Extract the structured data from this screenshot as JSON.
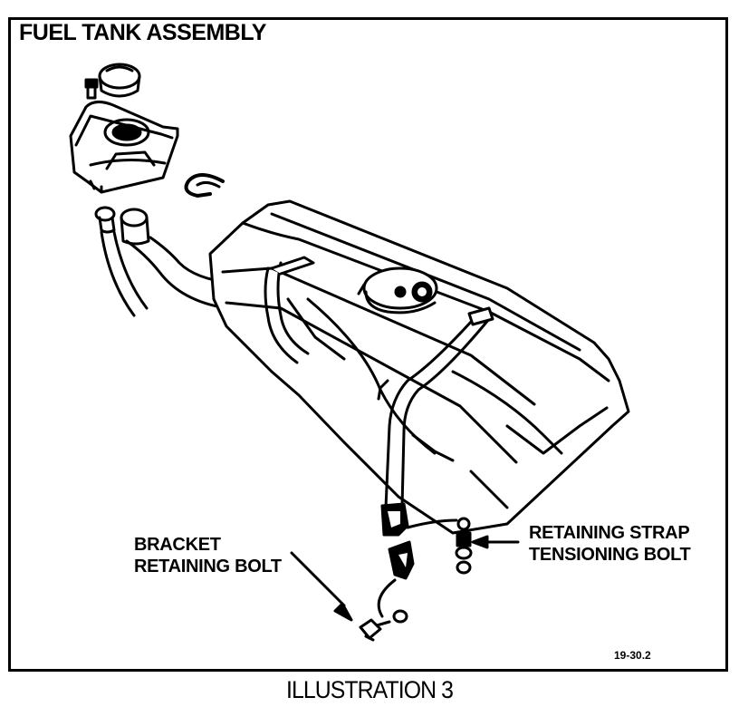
{
  "title": "FUEL TANK ASSEMBLY",
  "labels": {
    "bracket_line1": "BRACKET",
    "bracket_line2": "RETAINING BOLT",
    "strap_line1": "RETAINING STRAP",
    "strap_line2": "TENSIONING BOLT"
  },
  "figure_code": "19-30.2",
  "caption": "ILLUSTRATION 3"
}
